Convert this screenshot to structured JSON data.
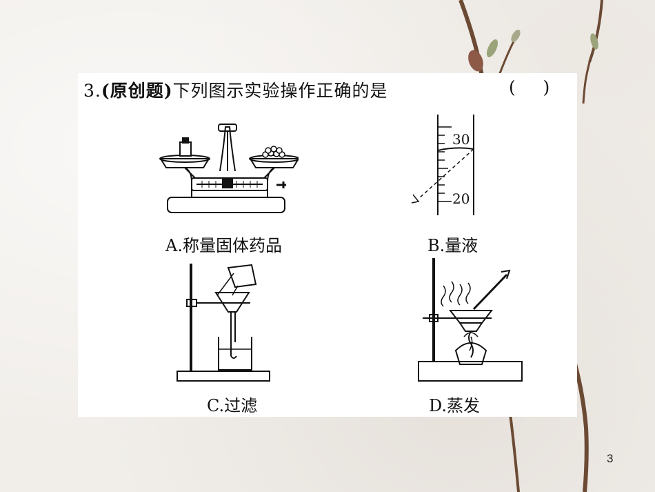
{
  "question": {
    "number": "3.",
    "tag": "(原创题)",
    "text": "下列图示实验操作正确的是",
    "answer_blank": "(     )"
  },
  "options": [
    {
      "label": "A.称量固体药品"
    },
    {
      "label": "B.量液"
    },
    {
      "label": "C.过滤"
    },
    {
      "label": "D.蒸发"
    }
  ],
  "cylinder_scale": {
    "top": "30",
    "bottom": "20"
  },
  "page_number": "3",
  "colors": {
    "background": "#f1eeea",
    "card": "#ffffff",
    "ink": "#111111",
    "branch": "#6b4a34"
  }
}
